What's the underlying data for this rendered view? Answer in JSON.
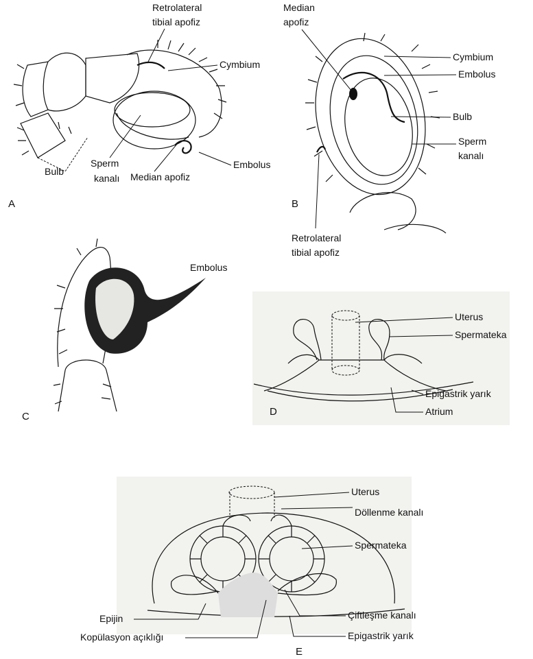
{
  "panels": {
    "A": {
      "letter": "A",
      "labels": {
        "retrolateral_1": "Retrolateral",
        "retrolateral_2": "tibial apofiz",
        "cymbium": "Cymbium",
        "bulb": "Bulb",
        "sperm_1": "Sperm",
        "sperm_2": "kanalı",
        "median": "Median apofiz",
        "embolus": "Embolus"
      }
    },
    "B": {
      "letter": "B",
      "labels": {
        "median_1": "Median",
        "median_2": "apofiz",
        "cymbium": "Cymbium",
        "embolus": "Embolus",
        "bulb": "Bulb",
        "sperm_1": "Sperm",
        "sperm_2": "kanalı",
        "retrolateral_1": "Retrolateral",
        "retrolateral_2": "tibial apofiz"
      }
    },
    "C": {
      "letter": "C",
      "labels": {
        "embolus": "Embolus"
      }
    },
    "D": {
      "letter": "D",
      "labels": {
        "uterus": "Uterus",
        "spermateka": "Spermateka",
        "epigastrik": "Epigastrik yarık",
        "atrium": "Atrium"
      }
    },
    "E": {
      "letter": "E",
      "labels": {
        "uterus": "Uterus",
        "dollenme": "Döllenme kanalı",
        "spermateka": "Spermateka",
        "epijin": "Epijin",
        "kopulasyon": "Kopülasyon açıklığı",
        "ciftlesme": "Çiftleşme kanalı",
        "epigastrik": "Epigastrik yarık"
      }
    }
  }
}
